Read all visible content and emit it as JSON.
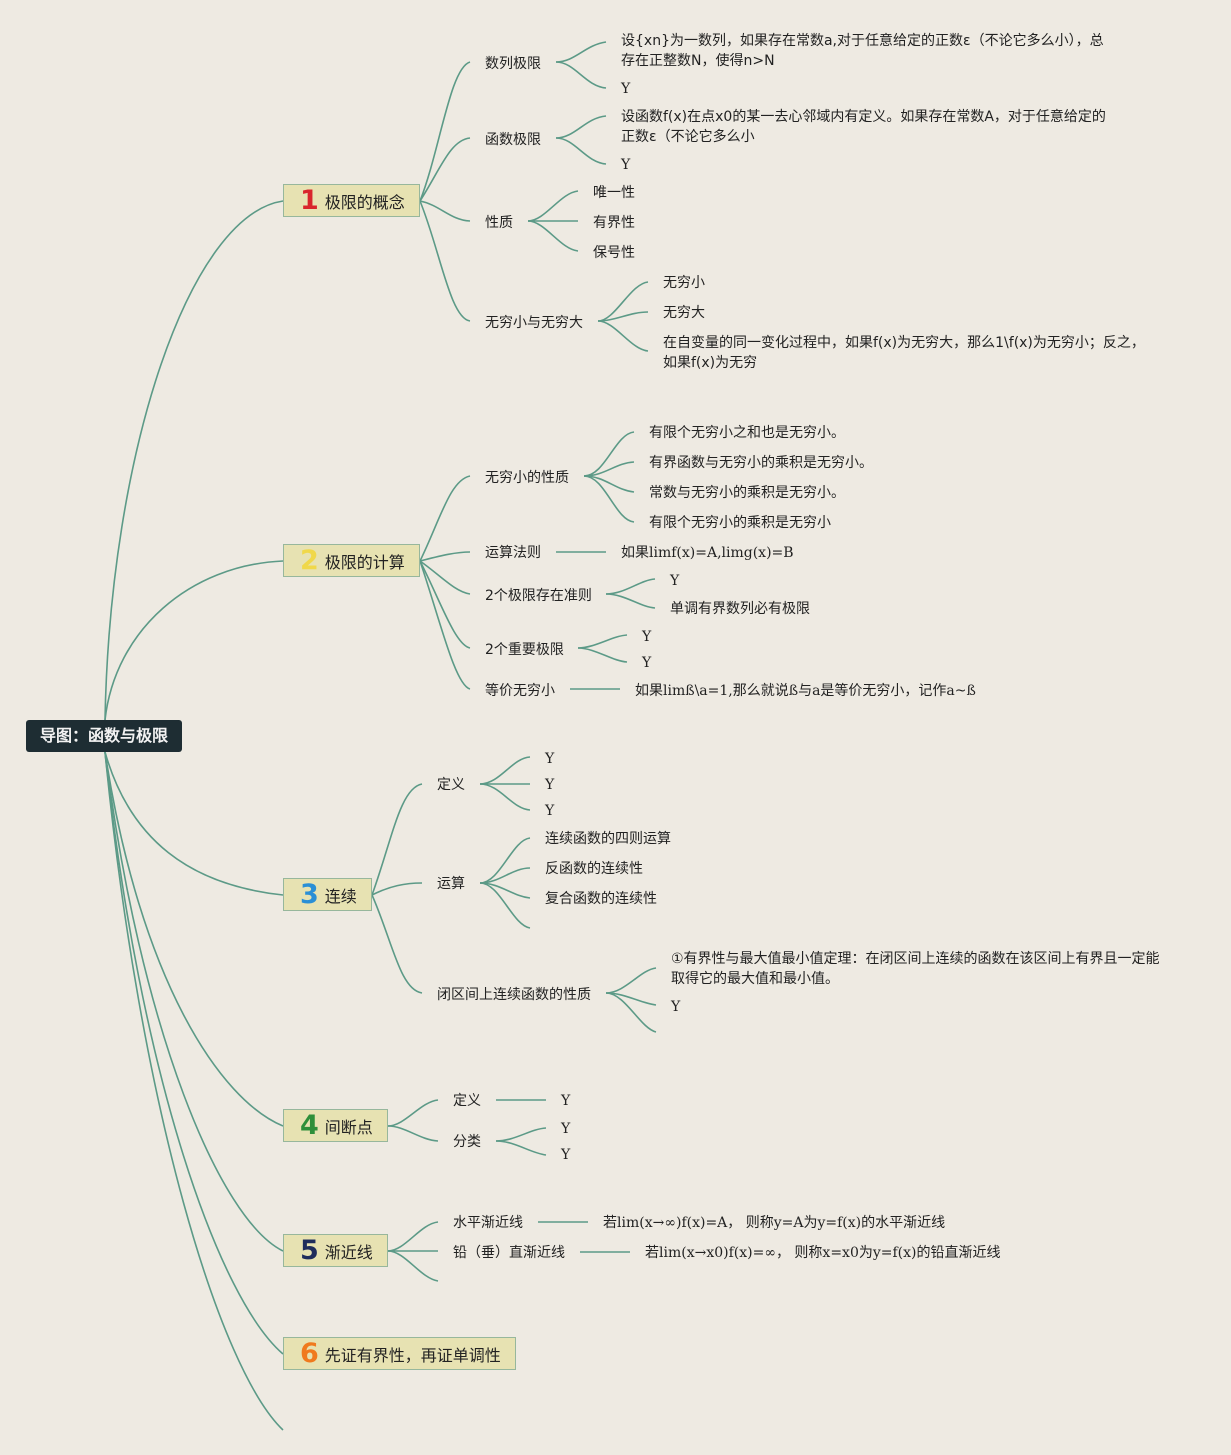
{
  "root": {
    "label": "导图：函数与极限"
  },
  "topics": [
    {
      "number": "1",
      "color": "#d9262c",
      "label": "极限的概念"
    },
    {
      "number": "2",
      "color": "#f0d84a",
      "label": "极限的计算"
    },
    {
      "number": "3",
      "color": "#2a8fd6",
      "label": "连续"
    },
    {
      "number": "4",
      "color": "#2e8f3a",
      "label": "间断点"
    },
    {
      "number": "5",
      "color": "#1f2d5c",
      "label": "渐近线"
    },
    {
      "number": "6",
      "color": "#f07a1e",
      "label": "先证有界性，再证单调性"
    }
  ],
  "t1": {
    "sub1": {
      "label": "数列极限",
      "c1": "设{xn}为一数列，如果存在常数a,对于任意给定的正数ε（不论它多么小），总存在正整数N，使得n>N",
      "c2": "Y"
    },
    "sub2": {
      "label": "函数极限",
      "c1": "设函数f(x)在点x0的某一去心邻域内有定义。如果存在常数A，对于任意给定的正数ε（不论它多么小",
      "c2": "Y"
    },
    "sub3": {
      "label": "性质",
      "c1": "唯一性",
      "c2": "有界性",
      "c3": "保号性"
    },
    "sub4": {
      "label": "无穷小与无穷大",
      "c1": "无穷小",
      "c2": "无穷大",
      "c3": "在自变量的同一变化过程中，如果f(x)为无穷大，那么1\\f(x)为无穷小；反之，如果f(x)为无穷"
    }
  },
  "t2": {
    "sub1": {
      "label": "无穷小的性质",
      "c1": "有限个无穷小之和也是无穷小。",
      "c2": "有界函数与无穷小的乘积是无穷小。",
      "c3": "常数与无穷小的乘积是无穷小。",
      "c4": "有限个无穷小的乘积是无穷小"
    },
    "sub2": {
      "label": "运算法则",
      "c1": "如果limf(x)=A,limg(x)=B"
    },
    "sub3": {
      "label": "2个极限存在准则",
      "c1": "Y",
      "c2": "单调有界数列必有极限"
    },
    "sub4": {
      "label": "2个重要极限",
      "c1": "Y",
      "c2": "Y"
    },
    "sub5": {
      "label": "等价无穷小",
      "c1": "如果limß\\a=1,那么就说ß与a是等价无穷小，记作a~ß"
    }
  },
  "t3": {
    "sub1": {
      "label": "定义",
      "c1": "Y",
      "c2": "Y",
      "c3": "Y"
    },
    "sub2": {
      "label": "运算",
      "c1": "连续函数的四则运算",
      "c2": "反函数的连续性",
      "c3": "复合函数的连续性"
    },
    "sub3": {
      "label": "闭区间上连续函数的性质",
      "c1": "①有界性与最大值最小值定理：在闭区间上连续的函数在该区间上有界且一定能取得它的最大值和最小值。",
      "c2": "Y"
    }
  },
  "t4": {
    "sub1": {
      "label": "定义",
      "c1": "Y"
    },
    "sub2": {
      "label": "分类",
      "c1": "Y",
      "c2": "Y"
    }
  },
  "t5": {
    "sub1": {
      "label": "水平渐近线",
      "c1": "若lim(x→∞)f(x)=A， 则称y=A为y=f(x)的水平渐近线"
    },
    "sub2": {
      "label": "铅（垂）直渐近线",
      "c1": "若lim(x→x0)f(x)=∞， 则称x=x0为y=f(x)的铅直渐近线"
    }
  },
  "colors": {
    "link": "#5c9a87",
    "root_bg": "#1e2d33",
    "topic_bg": "#e7e2b2",
    "background": "#eeeae2"
  }
}
